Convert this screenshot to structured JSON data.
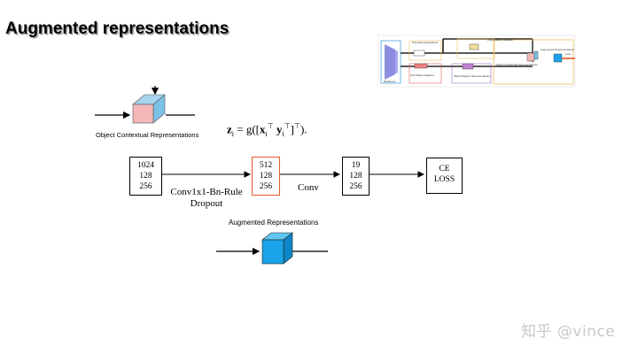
{
  "slide": {
    "title": "Augmented representations"
  },
  "ocr_block": {
    "caption": "Object Contextual Representations"
  },
  "formula": {
    "lhs": "z",
    "lhs_sub": "i",
    "eq": " = g([",
    "x": "x",
    "x_sub": "i",
    "x_sup": "⊤",
    "y": "y",
    "y_sub": "i",
    "y_sup": "⊤",
    "close": "]",
    "close_sup": "⊤",
    "end": ")."
  },
  "pipeline": {
    "input_box": [
      "1024",
      "128",
      "256"
    ],
    "mid_box": [
      "512",
      "128",
      "256"
    ],
    "out_box": [
      "19",
      "128",
      "256"
    ],
    "loss_box": [
      "CE",
      "LOSS"
    ],
    "edge1_label_line1": "Conv1x1-Bn-Rule",
    "edge1_label_line2": "Dropout",
    "edge2_label": "Conv",
    "mid_box_color": "#e8562a"
  },
  "augmented_block": {
    "caption": "Augmented Representations",
    "cube_color": "#1aa3e8"
  },
  "thumbnail": {
    "labels": {
      "backbone": "Backbone",
      "pixel_reps": "Pixel Representations",
      "pixel_region_relation": "Pixel-Region Relation",
      "soft_object_regions": "Soft Object Regions",
      "object_region_reps": "Object Region Representations",
      "object_contextual_reps": "Object Contextual Representations",
      "augmented_reps": "Augmented Representations",
      "loss": "Loss"
    }
  },
  "watermark": "知乎 @vince"
}
